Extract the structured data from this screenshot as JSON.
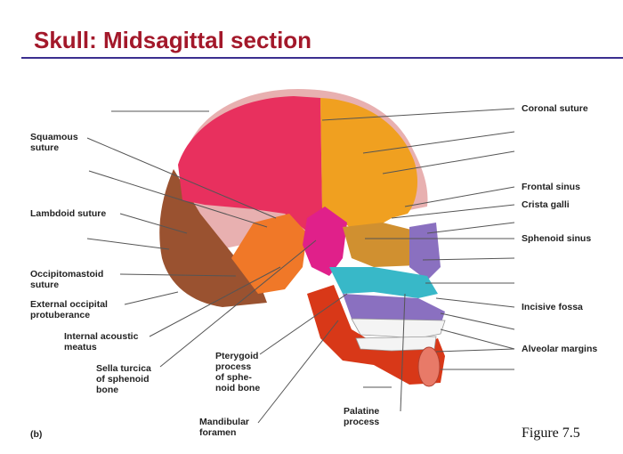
{
  "title": "Skull: Midsagittal section",
  "panel_letter": "(b)",
  "figure_number": "Figure 7.5",
  "labels": {
    "squamous_suture": "Squamous\nsuture",
    "lambdoid_suture": "Lambdoid suture",
    "occipitomastoid_suture": "Occipitomastoid\nsuture",
    "external_occipital_protuberance": "External occipital\nprotuberance",
    "internal_acoustic_meatus": "Internal acoustic\nmeatus",
    "sella_turcica": "Sella turcica\nof sphenoid\nbone",
    "pterygoid_process": "Pterygoid\nprocess\nof sphe-\nnoid bone",
    "mandibular_foramen": "Mandibular\nforamen",
    "palatine_process": "Palatine\nprocess",
    "coronal_suture": "Coronal suture",
    "frontal_sinus": "Frontal sinus",
    "crista_galli": "Crista galli",
    "sphenoid_sinus": "Sphenoid sinus",
    "incisive_fossa": "Incisive fossa",
    "alveolar_margins": "Alveolar margins"
  },
  "colors": {
    "title": "#a3182a",
    "rule": "#3b2f8f",
    "parietal": "#e8305e",
    "frontal": "#f0a020",
    "occipital": "#9a5230",
    "temporal": "#f07828",
    "sphenoid": "#e0208a",
    "ethmoid": "#d09030",
    "maxilla": "#38b8c8",
    "vomer": "#8a70c0",
    "mandible": "#d83818",
    "teeth": "#f4f4f4"
  }
}
